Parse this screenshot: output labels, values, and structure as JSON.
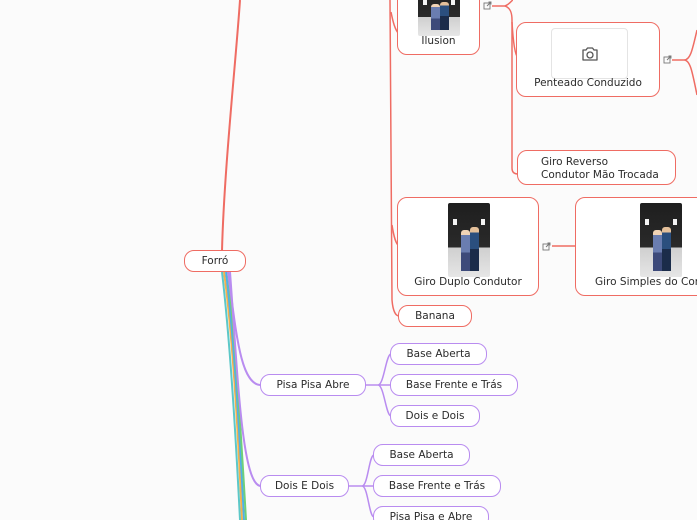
{
  "root": {
    "label": "Forró"
  },
  "cards": {
    "ilusion": {
      "label": "Ilusion"
    },
    "penteado": {
      "label": "Penteado Conduzido",
      "icon": "camera-icon"
    },
    "giro_duplo": {
      "label": "Giro Duplo Condutor"
    },
    "giro_simples": {
      "label": "Giro Simples do Cond"
    }
  },
  "nodes": {
    "giro_reverso": {
      "label": "Giro Reverso Condutor Mão Trocada"
    },
    "banana": {
      "label": "Banana"
    },
    "pisa_pisa_abre": {
      "label": "Pisa Pisa Abre"
    },
    "dois_e_dois": {
      "label": "Dois E Dois"
    }
  },
  "pisa_children": [
    "Base Aberta",
    "Base Frente e Trás",
    "Dois e Dois"
  ],
  "dois_children": [
    "Base Aberta",
    "Base Frente e Trás",
    "Pisa Pisa e Abre"
  ],
  "colors": {
    "red_branch": "#ef6c63",
    "purple_branch": "#b98cf0",
    "other_branches": [
      "#f5b14c",
      "#5cc8c8",
      "#4fb0e8",
      "#6fcf7a"
    ]
  }
}
